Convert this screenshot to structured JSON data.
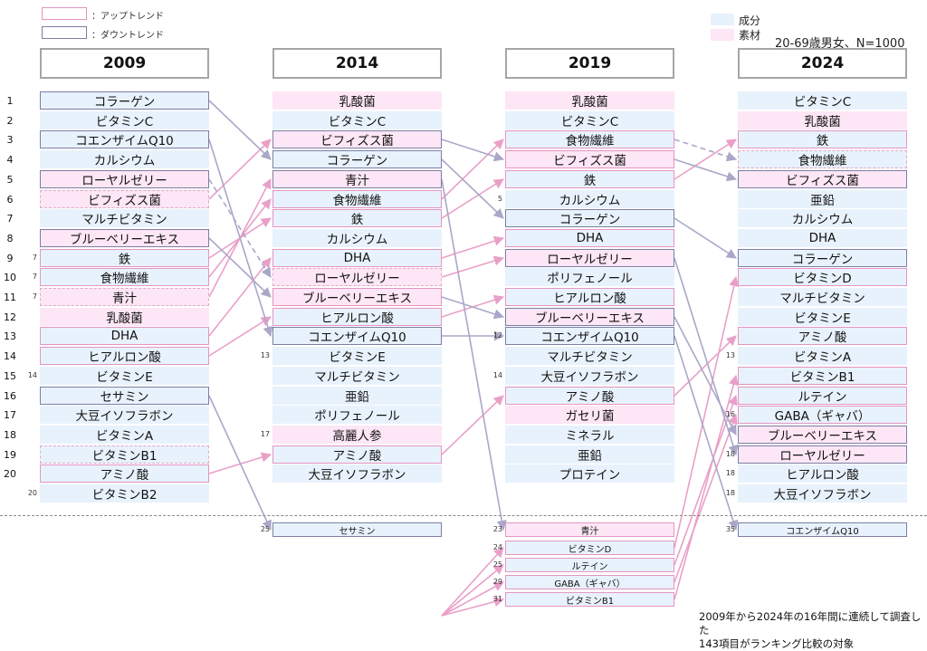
{
  "legend": {
    "up_label": "：アップトレンド",
    "down_label": "：ダウントレンド",
    "ingredient_label": "成分",
    "material_label": "素材",
    "sample": "20-69歳男女、N=1000"
  },
  "colors": {
    "ingredient": "#e8f2fc",
    "material": "#fde6f5",
    "up_border": "#e595c1",
    "down_border": "#7c7fa4",
    "up_arrow": "#e9a0c8",
    "down_arrow": "#aaa7c8"
  },
  "years": [
    "2009",
    "2014",
    "2019",
    "2024"
  ],
  "ranks": [
    "1",
    "2",
    "3",
    "4",
    "5",
    "6",
    "7",
    "8",
    "9",
    "10",
    "11",
    "12",
    "13",
    "14",
    "15",
    "16",
    "17",
    "18",
    "19",
    "20"
  ],
  "columns": [
    {
      "year": "2009",
      "items": [
        {
          "label": "コラーゲン",
          "type": "ing",
          "trend": "down"
        },
        {
          "label": "ビタミンC",
          "type": "ing",
          "trend": ""
        },
        {
          "label": "コエンザイムQ10",
          "type": "ing",
          "trend": "down"
        },
        {
          "label": "カルシウム",
          "type": "ing",
          "trend": ""
        },
        {
          "label": "ローヤルゼリー",
          "type": "mat",
          "trend": "down"
        },
        {
          "label": "ビフィズス菌",
          "type": "mat",
          "trend": "upd"
        },
        {
          "label": "マルチビタミン",
          "type": "ing",
          "trend": ""
        },
        {
          "label": "ブルーベリーエキス",
          "type": "mat",
          "trend": "down"
        },
        {
          "label": "鉄",
          "type": "ing",
          "trend": "up",
          "prev": "7"
        },
        {
          "label": "食物繊維",
          "type": "ing",
          "trend": "up",
          "prev": "7"
        },
        {
          "label": "青汁",
          "type": "mat",
          "trend": "upd",
          "prev": "7"
        },
        {
          "label": "乳酸菌",
          "type": "mat",
          "trend": ""
        },
        {
          "label": "DHA",
          "type": "ing",
          "trend": "up"
        },
        {
          "label": "ヒアルロン酸",
          "type": "ing",
          "trend": "up"
        },
        {
          "label": "ビタミンE",
          "type": "ing",
          "trend": "",
          "prev": "14"
        },
        {
          "label": "セサミン",
          "type": "ing",
          "trend": "down"
        },
        {
          "label": "大豆イソフラボン",
          "type": "ing",
          "trend": ""
        },
        {
          "label": "ビタミンA",
          "type": "ing",
          "trend": ""
        },
        {
          "label": "ビタミンB1",
          "type": "ing",
          "trend": "upd"
        },
        {
          "label": "アミノ酸",
          "type": "ing",
          "trend": "up"
        },
        {
          "label": "ビタミンB2",
          "type": "ing",
          "trend": "",
          "prev": "20"
        }
      ],
      "below": []
    },
    {
      "year": "2014",
      "items": [
        {
          "label": "乳酸菌",
          "type": "mat",
          "trend": ""
        },
        {
          "label": "ビタミンC",
          "type": "ing",
          "trend": ""
        },
        {
          "label": "ビフィズス菌",
          "type": "mat",
          "trend": "down"
        },
        {
          "label": "コラーゲン",
          "type": "ing",
          "trend": "down"
        },
        {
          "label": "青汁",
          "type": "mat",
          "trend": "down"
        },
        {
          "label": "食物繊維",
          "type": "ing",
          "trend": "up"
        },
        {
          "label": "鉄",
          "type": "ing",
          "trend": "up"
        },
        {
          "label": "カルシウム",
          "type": "ing",
          "trend": ""
        },
        {
          "label": "DHA",
          "type": "ing",
          "trend": "up"
        },
        {
          "label": "ローヤルゼリー",
          "type": "mat",
          "trend": "upd"
        },
        {
          "label": "ブルーベリーエキス",
          "type": "mat",
          "trend": "up"
        },
        {
          "label": "ヒアルロン酸",
          "type": "ing",
          "trend": "up"
        },
        {
          "label": "コエンザイムQ10",
          "type": "ing",
          "trend": "down"
        },
        {
          "label": "ビタミンE",
          "type": "ing",
          "trend": "",
          "prev": "13"
        },
        {
          "label": "マルチビタミン",
          "type": "ing",
          "trend": ""
        },
        {
          "label": "亜鉛",
          "type": "ing",
          "trend": ""
        },
        {
          "label": "ポリフェノール",
          "type": "ing",
          "trend": ""
        },
        {
          "label": "高麗人参",
          "type": "mat",
          "trend": "",
          "prev": "17"
        },
        {
          "label": "アミノ酸",
          "type": "ing",
          "trend": "up"
        },
        {
          "label": "大豆イソフラボン",
          "type": "ing",
          "trend": ""
        }
      ],
      "below": [
        {
          "label": "セサミン",
          "type": "ing",
          "trend": "down",
          "prev": "25"
        }
      ]
    },
    {
      "year": "2019",
      "items": [
        {
          "label": "乳酸菌",
          "type": "mat",
          "trend": ""
        },
        {
          "label": "ビタミンC",
          "type": "ing",
          "trend": ""
        },
        {
          "label": "食物繊維",
          "type": "ing",
          "trend": "up"
        },
        {
          "label": "ビフィズス菌",
          "type": "mat",
          "trend": "up"
        },
        {
          "label": "鉄",
          "type": "ing",
          "trend": "up"
        },
        {
          "label": "カルシウム",
          "type": "ing",
          "trend": "",
          "prev": "5"
        },
        {
          "label": "コラーゲン",
          "type": "ing",
          "trend": "down"
        },
        {
          "label": "DHA",
          "type": "ing",
          "trend": "up"
        },
        {
          "label": "ローヤルゼリー",
          "type": "mat",
          "trend": "down"
        },
        {
          "label": "ポリフェノール",
          "type": "ing",
          "trend": ""
        },
        {
          "label": "ヒアルロン酸",
          "type": "ing",
          "trend": "up"
        },
        {
          "label": "ブルーベリーエキス",
          "type": "mat",
          "trend": "down"
        },
        {
          "label": "コエンザイムQ10",
          "type": "ing",
          "trend": "down",
          "prev": "12"
        },
        {
          "label": "マルチビタミン",
          "type": "ing",
          "trend": ""
        },
        {
          "label": "大豆イソフラボン",
          "type": "ing",
          "trend": "",
          "prev": "14"
        },
        {
          "label": "アミノ酸",
          "type": "ing",
          "trend": "up"
        },
        {
          "label": "ガセリ菌",
          "type": "mat",
          "trend": ""
        },
        {
          "label": "ミネラル",
          "type": "ing",
          "trend": ""
        },
        {
          "label": "亜鉛",
          "type": "ing",
          "trend": ""
        },
        {
          "label": "プロテイン",
          "type": "ing",
          "trend": ""
        }
      ],
      "below": [
        {
          "label": "青汁",
          "type": "mat",
          "trend": "up",
          "prev": "23"
        },
        {
          "label": "ビタミンD",
          "type": "ing",
          "trend": "up",
          "prev": "24"
        },
        {
          "label": "ルテイン",
          "type": "ing",
          "trend": "up",
          "prev": "25"
        },
        {
          "label": "GABA（ギャバ）",
          "type": "ing",
          "trend": "up",
          "prev": "29"
        },
        {
          "label": "ビタミンB1",
          "type": "ing",
          "trend": "up",
          "prev": "31"
        }
      ]
    },
    {
      "year": "2024",
      "items": [
        {
          "label": "ビタミンC",
          "type": "ing",
          "trend": ""
        },
        {
          "label": "乳酸菌",
          "type": "mat",
          "trend": ""
        },
        {
          "label": "鉄",
          "type": "ing",
          "trend": "up"
        },
        {
          "label": "食物繊維",
          "type": "ing",
          "trend": "upd"
        },
        {
          "label": "ビフィズス菌",
          "type": "mat",
          "trend": "down"
        },
        {
          "label": "亜鉛",
          "type": "ing",
          "trend": ""
        },
        {
          "label": "カルシウム",
          "type": "ing",
          "trend": ""
        },
        {
          "label": "DHA",
          "type": "ing",
          "trend": ""
        },
        {
          "label": "コラーゲン",
          "type": "ing",
          "trend": "down"
        },
        {
          "label": "ビタミンD",
          "type": "ing",
          "trend": "up"
        },
        {
          "label": "マルチビタミン",
          "type": "ing",
          "trend": ""
        },
        {
          "label": "ビタミンE",
          "type": "ing",
          "trend": ""
        },
        {
          "label": "アミノ酸",
          "type": "ing",
          "trend": "up"
        },
        {
          "label": "ビタミンA",
          "type": "ing",
          "trend": "",
          "prev": "13"
        },
        {
          "label": "ビタミンB1",
          "type": "ing",
          "trend": "up"
        },
        {
          "label": "ルテイン",
          "type": "ing",
          "trend": "up"
        },
        {
          "label": "GABA（ギャバ）",
          "type": "ing",
          "trend": "up",
          "prev": "16"
        },
        {
          "label": "ブルーベリーエキス",
          "type": "mat",
          "trend": "down"
        },
        {
          "label": "ローヤルゼリー",
          "type": "mat",
          "trend": "down",
          "prev": "18"
        },
        {
          "label": "ヒアルロン酸",
          "type": "ing",
          "trend": "",
          "prev": "18"
        },
        {
          "label": "大豆イソフラボン",
          "type": "ing",
          "trend": "",
          "prev": "18"
        }
      ],
      "below": [
        {
          "label": "コエンザイムQ10",
          "type": "ing",
          "trend": "down",
          "prev": "35"
        }
      ]
    }
  ],
  "note_line1": "2009年から2024年の16年間に連続して調査した",
  "note_line2": "143項目がランキング比較の対象"
}
